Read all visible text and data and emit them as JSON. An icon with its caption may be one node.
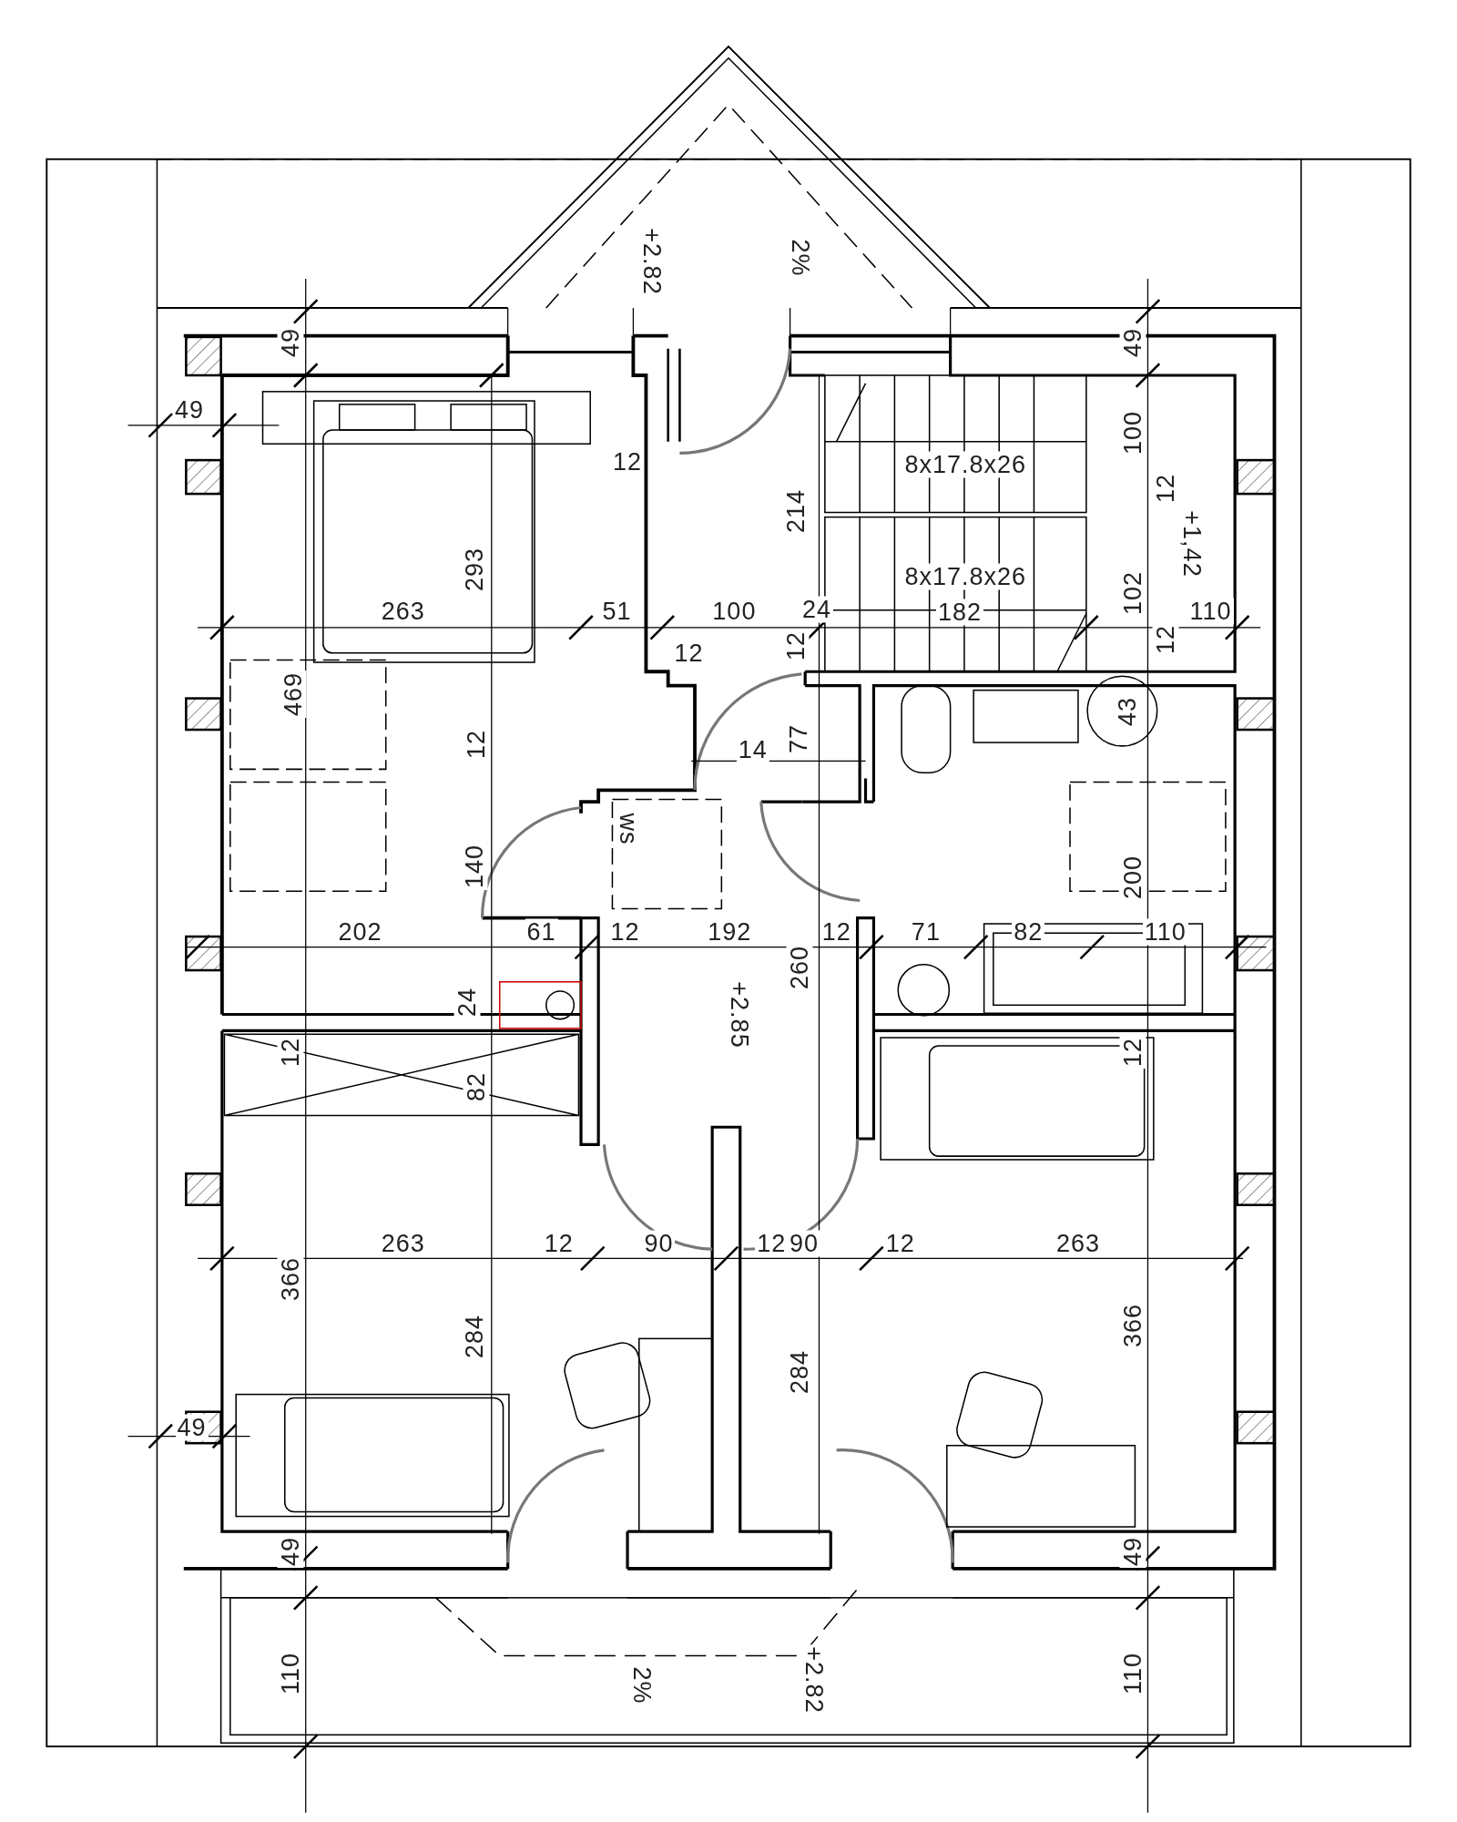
{
  "diagram": {
    "labels": [
      "+2.82",
      "2%",
      "49",
      "49",
      "49",
      "100",
      "12",
      "8x17.8x26",
      "12",
      "+1,42",
      "214",
      "293",
      "8x17.8x26",
      "102",
      "263",
      "51",
      "100",
      "24",
      "182",
      "110",
      "12",
      "12",
      "12",
      "469",
      "43",
      "12",
      "14",
      "77",
      "ws",
      "140",
      "200",
      "202",
      "61",
      "12",
      "192",
      "260",
      "12",
      "71",
      "82",
      "110",
      "24",
      "+2.85",
      "12",
      "82",
      "12",
      "263",
      "12",
      "90",
      "12",
      "90",
      "12",
      "263",
      "366",
      "284",
      "284",
      "366",
      "49",
      "49",
      "49",
      "110",
      "2%",
      "+2.82",
      "110"
    ]
  }
}
